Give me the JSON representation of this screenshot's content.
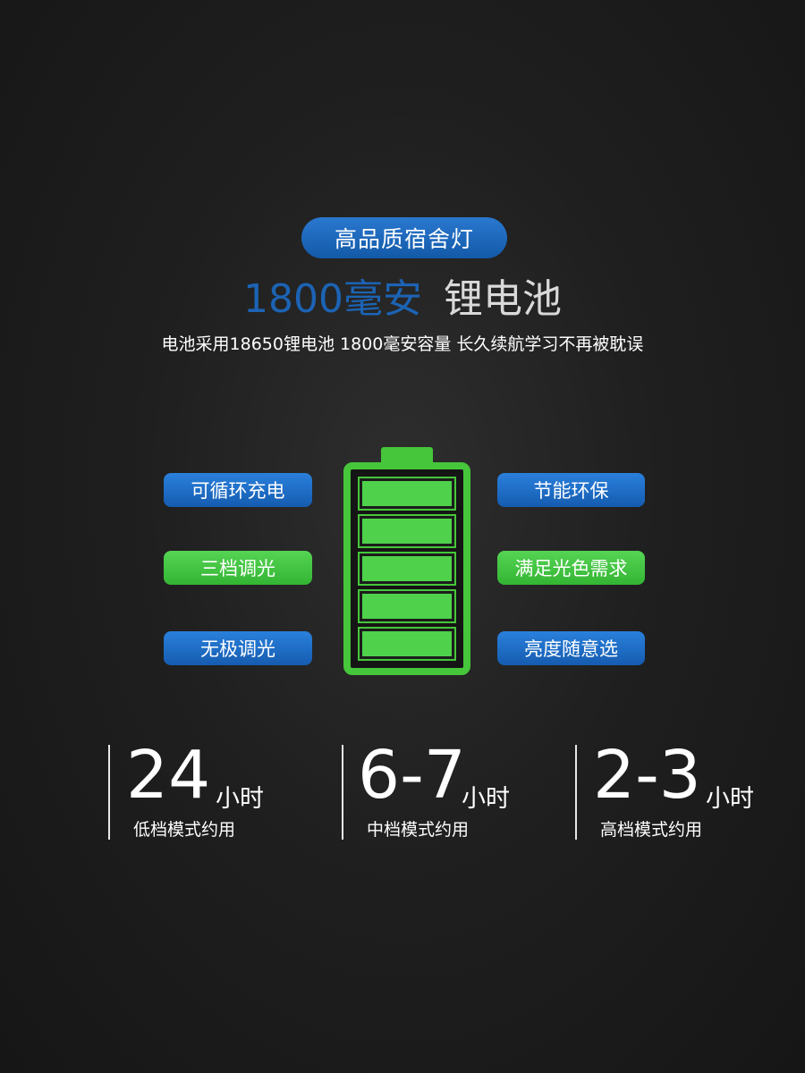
{
  "badge": "高品质宿舍灯",
  "headline": {
    "capacity": "1800毫安",
    "battery_type": "锂电池"
  },
  "subline": "电池采用18650锂电池 1800毫安容量 长久续航学习不再被耽误",
  "features_left": [
    {
      "label": "可循环充电",
      "style": "blue"
    },
    {
      "label": "三档调光",
      "style": "green"
    },
    {
      "label": "无极调光",
      "style": "blue"
    }
  ],
  "features_right": [
    {
      "label": "节能环保",
      "style": "blue"
    },
    {
      "label": "满足光色需求",
      "style": "green"
    },
    {
      "label": "亮度随意选",
      "style": "blue"
    }
  ],
  "battery": {
    "cells": 5,
    "fill_fraction": 1.0,
    "color": "#46c63a"
  },
  "stats": [
    {
      "value": "24",
      "unit": "小时",
      "desc": "低档模式约用"
    },
    {
      "value": "6-7",
      "unit": "小时",
      "desc": "中档模式约用"
    },
    {
      "value": "2-3",
      "unit": "小时",
      "desc": "高档模式约用"
    }
  ],
  "colors": {
    "accent_blue": "#1c63b4",
    "accent_green": "#46c63a",
    "background": "#1f1f1f"
  }
}
